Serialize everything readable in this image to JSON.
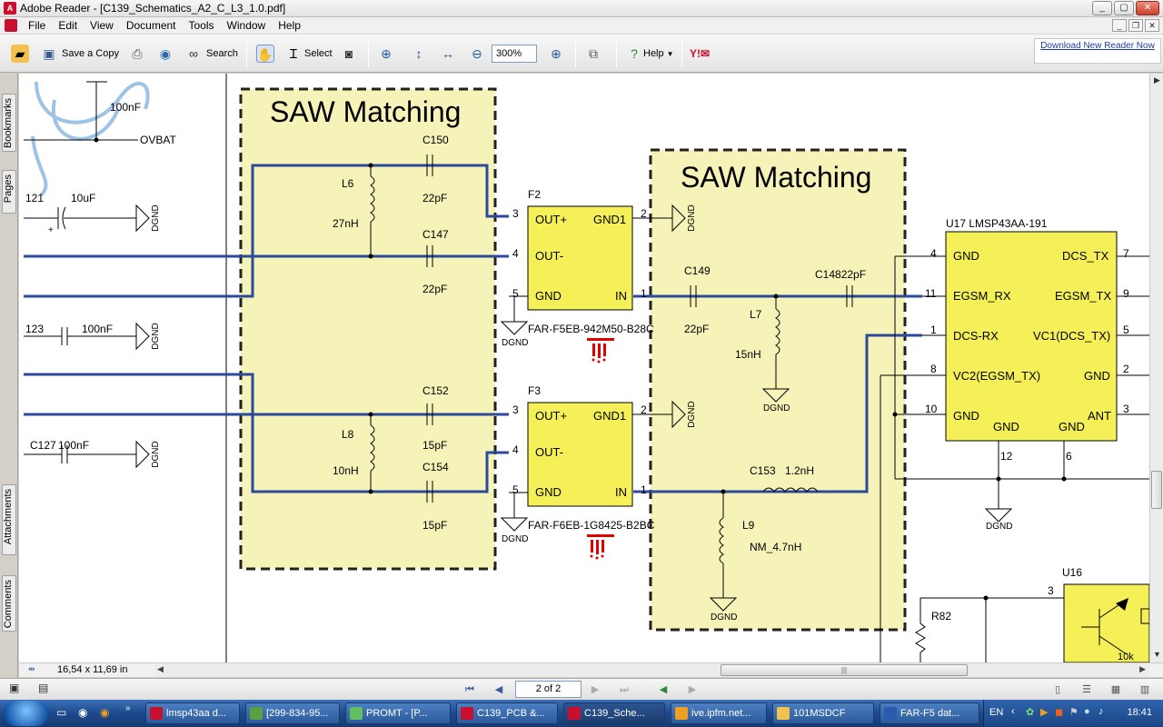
{
  "window": {
    "title": "Adobe Reader - [C139_Schematics_A2_C_L3_1.0.pdf]",
    "minimize": "_",
    "maximize": "▢",
    "close": "✕"
  },
  "menu": [
    "File",
    "Edit",
    "View",
    "Document",
    "Tools",
    "Window",
    "Help"
  ],
  "toolbar": {
    "save_copy": "Save a Copy",
    "search": "Search",
    "select": "Select",
    "zoom_value": "300%",
    "help": "Help",
    "download_ad": "Download New Reader Now"
  },
  "nav_tabs": [
    "Bookmarks",
    "Pages",
    "Attachments",
    "Comments"
  ],
  "schematic": {
    "saw_title": "SAW Matching",
    "left_block": {
      "cap_top": "100nF",
      "ovbat": "OVBAT",
      "ref121": "121",
      "cap_10uf": "10uF",
      "ref123": "123",
      "cap_100nf": "100nF",
      "c127": "C127",
      "c127_val": "100nF",
      "dgnd": "DGND"
    },
    "saw1": {
      "c150": "C150",
      "c150_val": "22pF",
      "l6": "L6",
      "l6_val": "27nH",
      "c147": "C147",
      "c147_val": "22pF",
      "c152": "C152",
      "c152_val": "15pF",
      "l8": "L8",
      "l8_val": "10nH",
      "c154": "C154",
      "c154_val": "15pF"
    },
    "f2": {
      "ref": "F2",
      "out_plus": "OUT+",
      "out_minus": "OUT-",
      "gnd": "GND",
      "gnd1": "GND1",
      "in": "IN",
      "p3": "3",
      "p4": "4",
      "p5": "5",
      "p2": "2",
      "p1": "1",
      "part": "FAR-F5EB-942M50-B28C"
    },
    "f3": {
      "ref": "F3",
      "out_plus": "OUT+",
      "out_minus": "OUT-",
      "gnd": "GND",
      "gnd1": "GND1",
      "in": "IN",
      "p3": "3",
      "p4": "4",
      "p5": "5",
      "p2": "2",
      "p1": "1",
      "part": "FAR-F6EB-1G8425-B2BC"
    },
    "saw2": {
      "c149": "C149",
      "c149_val": "22pF",
      "c148": "C14822pF",
      "l7": "L7",
      "l7_val": "15nH",
      "c153": "C153",
      "c153_val": "1.2nH",
      "l9": "L9",
      "l9_val": "NM_4.7nH"
    },
    "u17": {
      "title": "U17 LMSP43AA-191",
      "gnd": "GND",
      "egsm_rx": "EGSM_RX",
      "dcs_rx": "DCS-RX",
      "vc2": "VC2(EGSM_TX)",
      "dcs_tx": "DCS_TX",
      "egsm_tx": "EGSM_TX",
      "vc1": "VC1(DCS_TX)",
      "ant": "ANT",
      "pins_left": [
        "4",
        "11",
        "1",
        "8",
        "10"
      ],
      "pins_right": [
        "7",
        "9",
        "5",
        "2",
        "3"
      ],
      "pins_bottom": [
        "12",
        "6"
      ]
    },
    "u16": {
      "ref": "U16",
      "pin3": "3",
      "r82": "R82",
      "r_val": "10k"
    }
  },
  "page_size": "16,54 x 11,69 in",
  "page_indicator": "2 of 2",
  "taskbar": {
    "tasks": [
      "lmsp43aa d...",
      "[299-834-95...",
      "PROMT - [P...",
      "C139_PCB &...",
      "C139_Sche...",
      "ive.ipfm.net...",
      "101MSDCF",
      "FAR-F5 dat..."
    ],
    "lang": "EN",
    "clock": "18:41"
  },
  "colors": {
    "wire": "#2c4a9c",
    "saw_fill": "#f6f3b8",
    "ic_fill": "#f5ef58",
    "mark_red": "#e00000"
  }
}
